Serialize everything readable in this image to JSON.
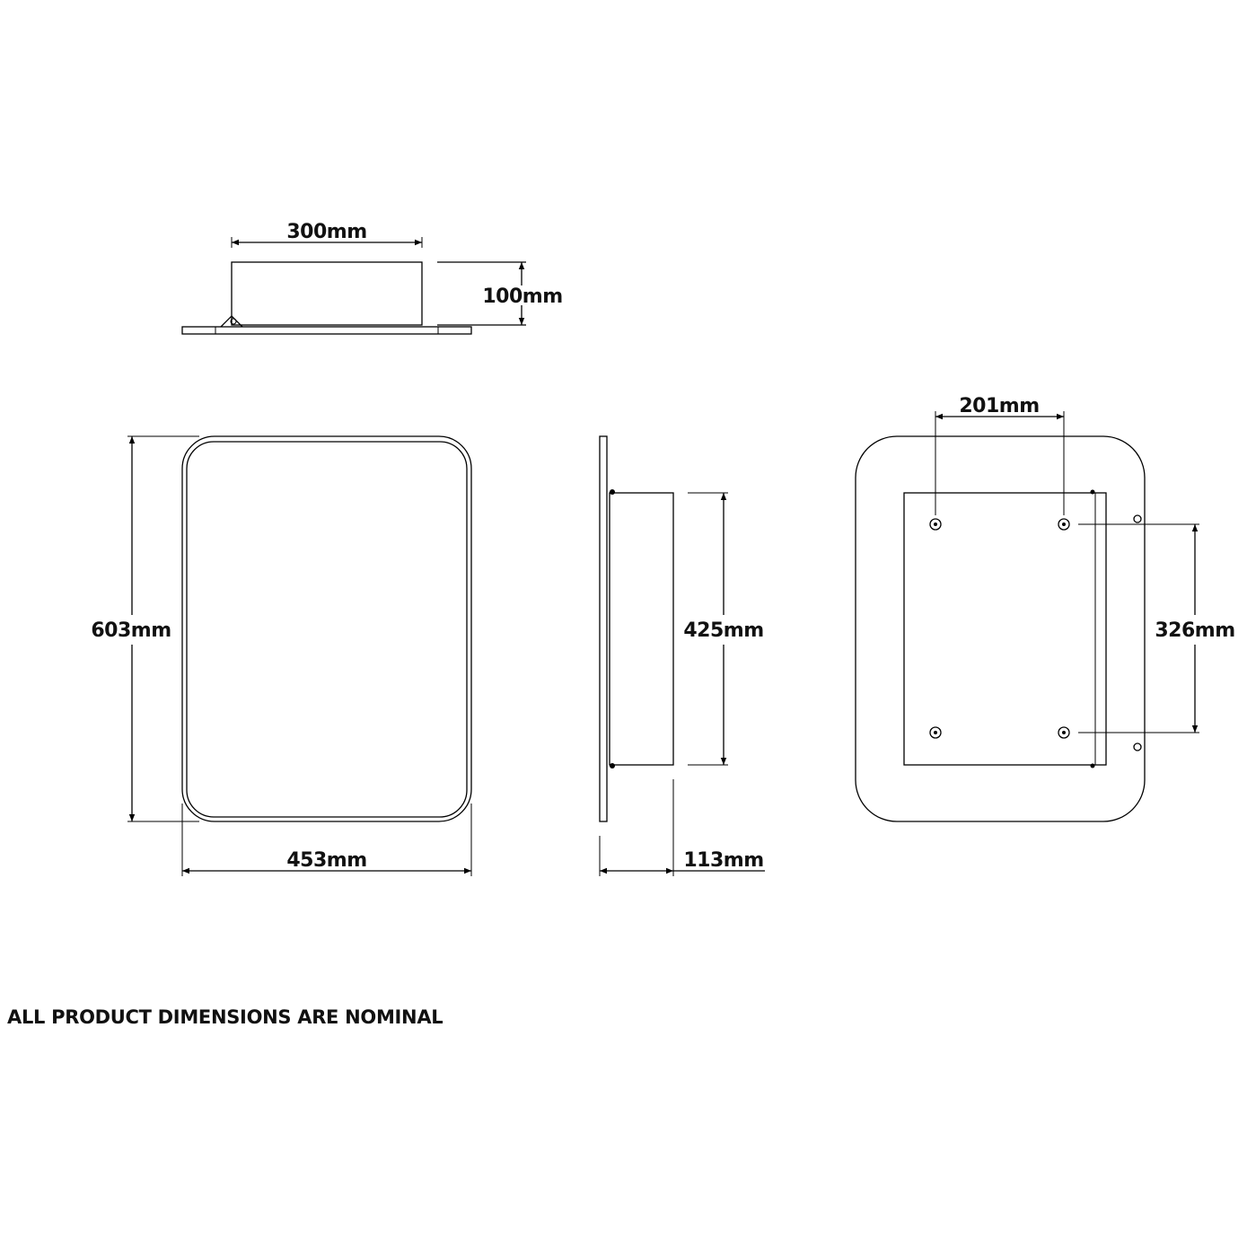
{
  "dimensions": {
    "top_width": "300mm",
    "top_depth": "100mm",
    "front_height": "603mm",
    "front_width": "453mm",
    "side_box_height": "425mm",
    "side_depth": "113mm",
    "back_hole_spacing_horizontal": "201mm",
    "back_hole_spacing_vertical": "326mm"
  },
  "note": "ALL PRODUCT DIMENSIONS ARE NOMINAL",
  "colors": {
    "line": "#000000",
    "background": "#ffffff"
  }
}
